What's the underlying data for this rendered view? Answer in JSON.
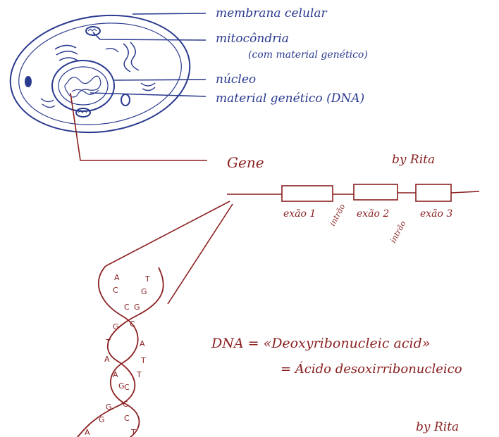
{
  "colors": {
    "blue": "#2a3a8f",
    "red": "#8a1f1f"
  },
  "cell_labels": {
    "membrane": "membrana celular",
    "mitochondria": "mitocôndria",
    "mitochondria_note": "(com material genético)",
    "nucleus": "núcleo",
    "genetic_material": "material genético (DNA)"
  },
  "gene": {
    "title": "Gene",
    "author_top": "by Rita",
    "exons": [
      "exão 1",
      "exão 2",
      "exão 3"
    ],
    "introns": [
      "intrão",
      "intrão"
    ]
  },
  "dna_bases": [
    [
      "A",
      "T"
    ],
    [
      "C",
      "G"
    ],
    [
      "C",
      "G"
    ],
    [
      "G",
      "C"
    ],
    [
      "T",
      "A"
    ],
    [
      "A",
      "T"
    ],
    [
      "A",
      "T"
    ],
    [
      "G",
      "C"
    ],
    [
      "G",
      "C"
    ],
    [
      "G",
      "C"
    ],
    [
      "A",
      "T"
    ]
  ],
  "dna_definition": {
    "line1": "DNA = «Deoxyribonucleic acid»",
    "line2": "= Ácido desoxirribonucleico"
  },
  "author_bottom": "by Rita"
}
